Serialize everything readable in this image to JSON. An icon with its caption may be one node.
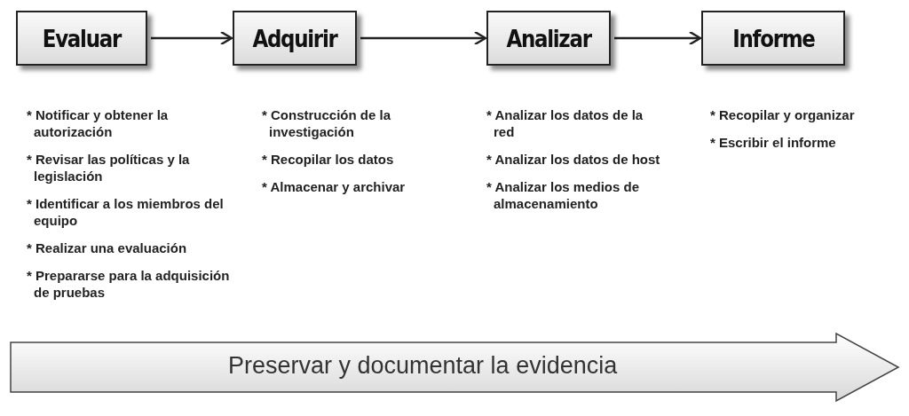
{
  "diagram": {
    "nodes": [
      {
        "text": [
          "Evaluar"
        ],
        "beside": [
          "* Notificar y obtener la autorización",
          "* Revisar las políticas y la legislación",
          "* Identificar a los miembros del equipo",
          "* Realizar una evaluación",
          "* Prepararse para la adquisición de pruebas"
        ]
      },
      {
        "text": [
          "Adquirir"
        ],
        "beside": [
          "* Construcción de la investigación",
          "* Recopilar los datos",
          "* Almacenar y archivar"
        ]
      },
      {
        "text": [
          "Analizar"
        ],
        "beside": [
          "* Analizar los datos de la red",
          "* Analizar los datos de host",
          "* Analizar los medios de almacenamiento"
        ]
      },
      {
        "text": [
          "Informe"
        ],
        "beside": [
          "* Recopilar y organizar",
          "* Escribir el informe"
        ]
      },
      {
        "text": [
          "Preservar y documentar la evidencia"
        ]
      }
    ],
    "edges": [
      {
        "from": 0,
        "to": 1,
        "arrow": "to"
      },
      {
        "from": 1,
        "to": 2,
        "arrow": "to"
      },
      {
        "from": 2,
        "to": 3,
        "arrow": "to"
      }
    ]
  }
}
